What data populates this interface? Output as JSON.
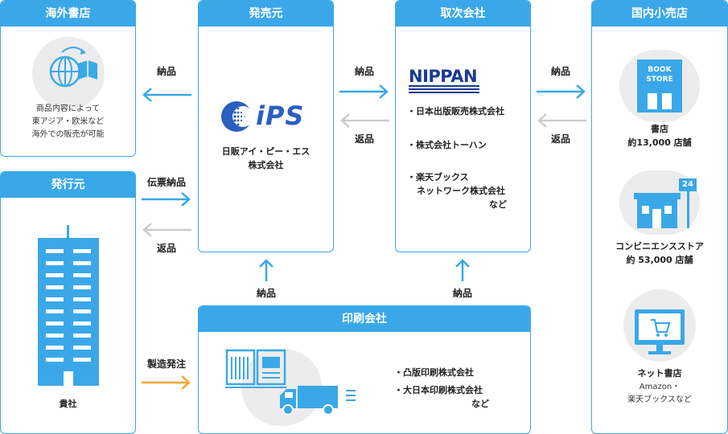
{
  "boxes": {
    "overseas": {
      "title": "海外書店",
      "desc": [
        "商品内容によって",
        "東アジア・欧米など",
        "海外での販売が可能"
      ]
    },
    "publisher": {
      "title": "発行元",
      "name": "貴社"
    },
    "seller": {
      "title": "発売元",
      "logo_text": "iPS",
      "name": [
        "日販アイ・ピー・エス",
        "株式会社"
      ]
    },
    "distributor": {
      "title": "取次会社",
      "logo_text": "NIPPAN",
      "items": [
        "・日本出版販売株式会社",
        "・株式会社トーハン",
        "・楽天ブックス",
        "ネットワーク株式会社",
        "など"
      ]
    },
    "retail": {
      "title": "国内小売店",
      "bookstore": {
        "sign": [
          "BOOK",
          "STORE"
        ],
        "name": "書店",
        "count": "約13,000 店舗"
      },
      "convenience": {
        "badge": "24",
        "name": "コンビニエンスストア",
        "count": "約 53,000 店舗"
      },
      "online": {
        "name": "ネット書店",
        "desc": [
          "Amazon・",
          "楽天ブックスなど"
        ]
      }
    },
    "printer": {
      "title": "印刷会社",
      "items": [
        "・凸版印刷株式会社",
        "・大日本印刷株式会社",
        "など"
      ]
    }
  },
  "arrows": {
    "seller_to_overseas": "納品",
    "publisher_to_seller": "伝票納品",
    "seller_to_publisher": "返品",
    "publisher_to_printer": "製造発注",
    "seller_to_distributor": "納品",
    "distributor_to_seller": "返品",
    "distributor_to_retail": "納品",
    "retail_to_distributor": "返品",
    "printer_to_seller": "納品",
    "printer_to_distributor": "納品"
  },
  "colors": {
    "blue": "#3aa8e8",
    "gray": "#cccccc",
    "orange": "#f0a830",
    "navy": "#1a3a8f"
  }
}
